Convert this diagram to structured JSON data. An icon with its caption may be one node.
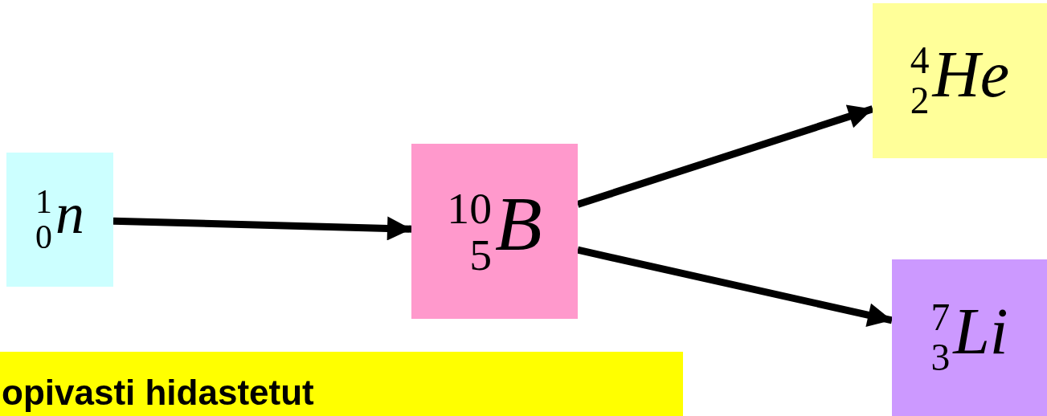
{
  "diagram": {
    "nodes": [
      {
        "text": [
          "$^{1}$$_{0}$*n*"
        ]
      },
      {
        "text": [
          "$^{10}$$_{5}$*B*"
        ]
      },
      {
        "text": [
          "$^{4}$$_{2}$*He*"
        ]
      },
      {
        "text": [
          "$^{7}$$_{3}$*Li*"
        ]
      },
      {
        "text": [
          "opivasti hidastetut"
        ]
      }
    ],
    "edges": [
      {
        "from": 0,
        "to": 1,
        "arrow": "to"
      },
      {
        "from": 1,
        "to": 2,
        "arrow": "to"
      },
      {
        "from": 1,
        "to": 3,
        "arrow": "to"
      }
    ]
  }
}
